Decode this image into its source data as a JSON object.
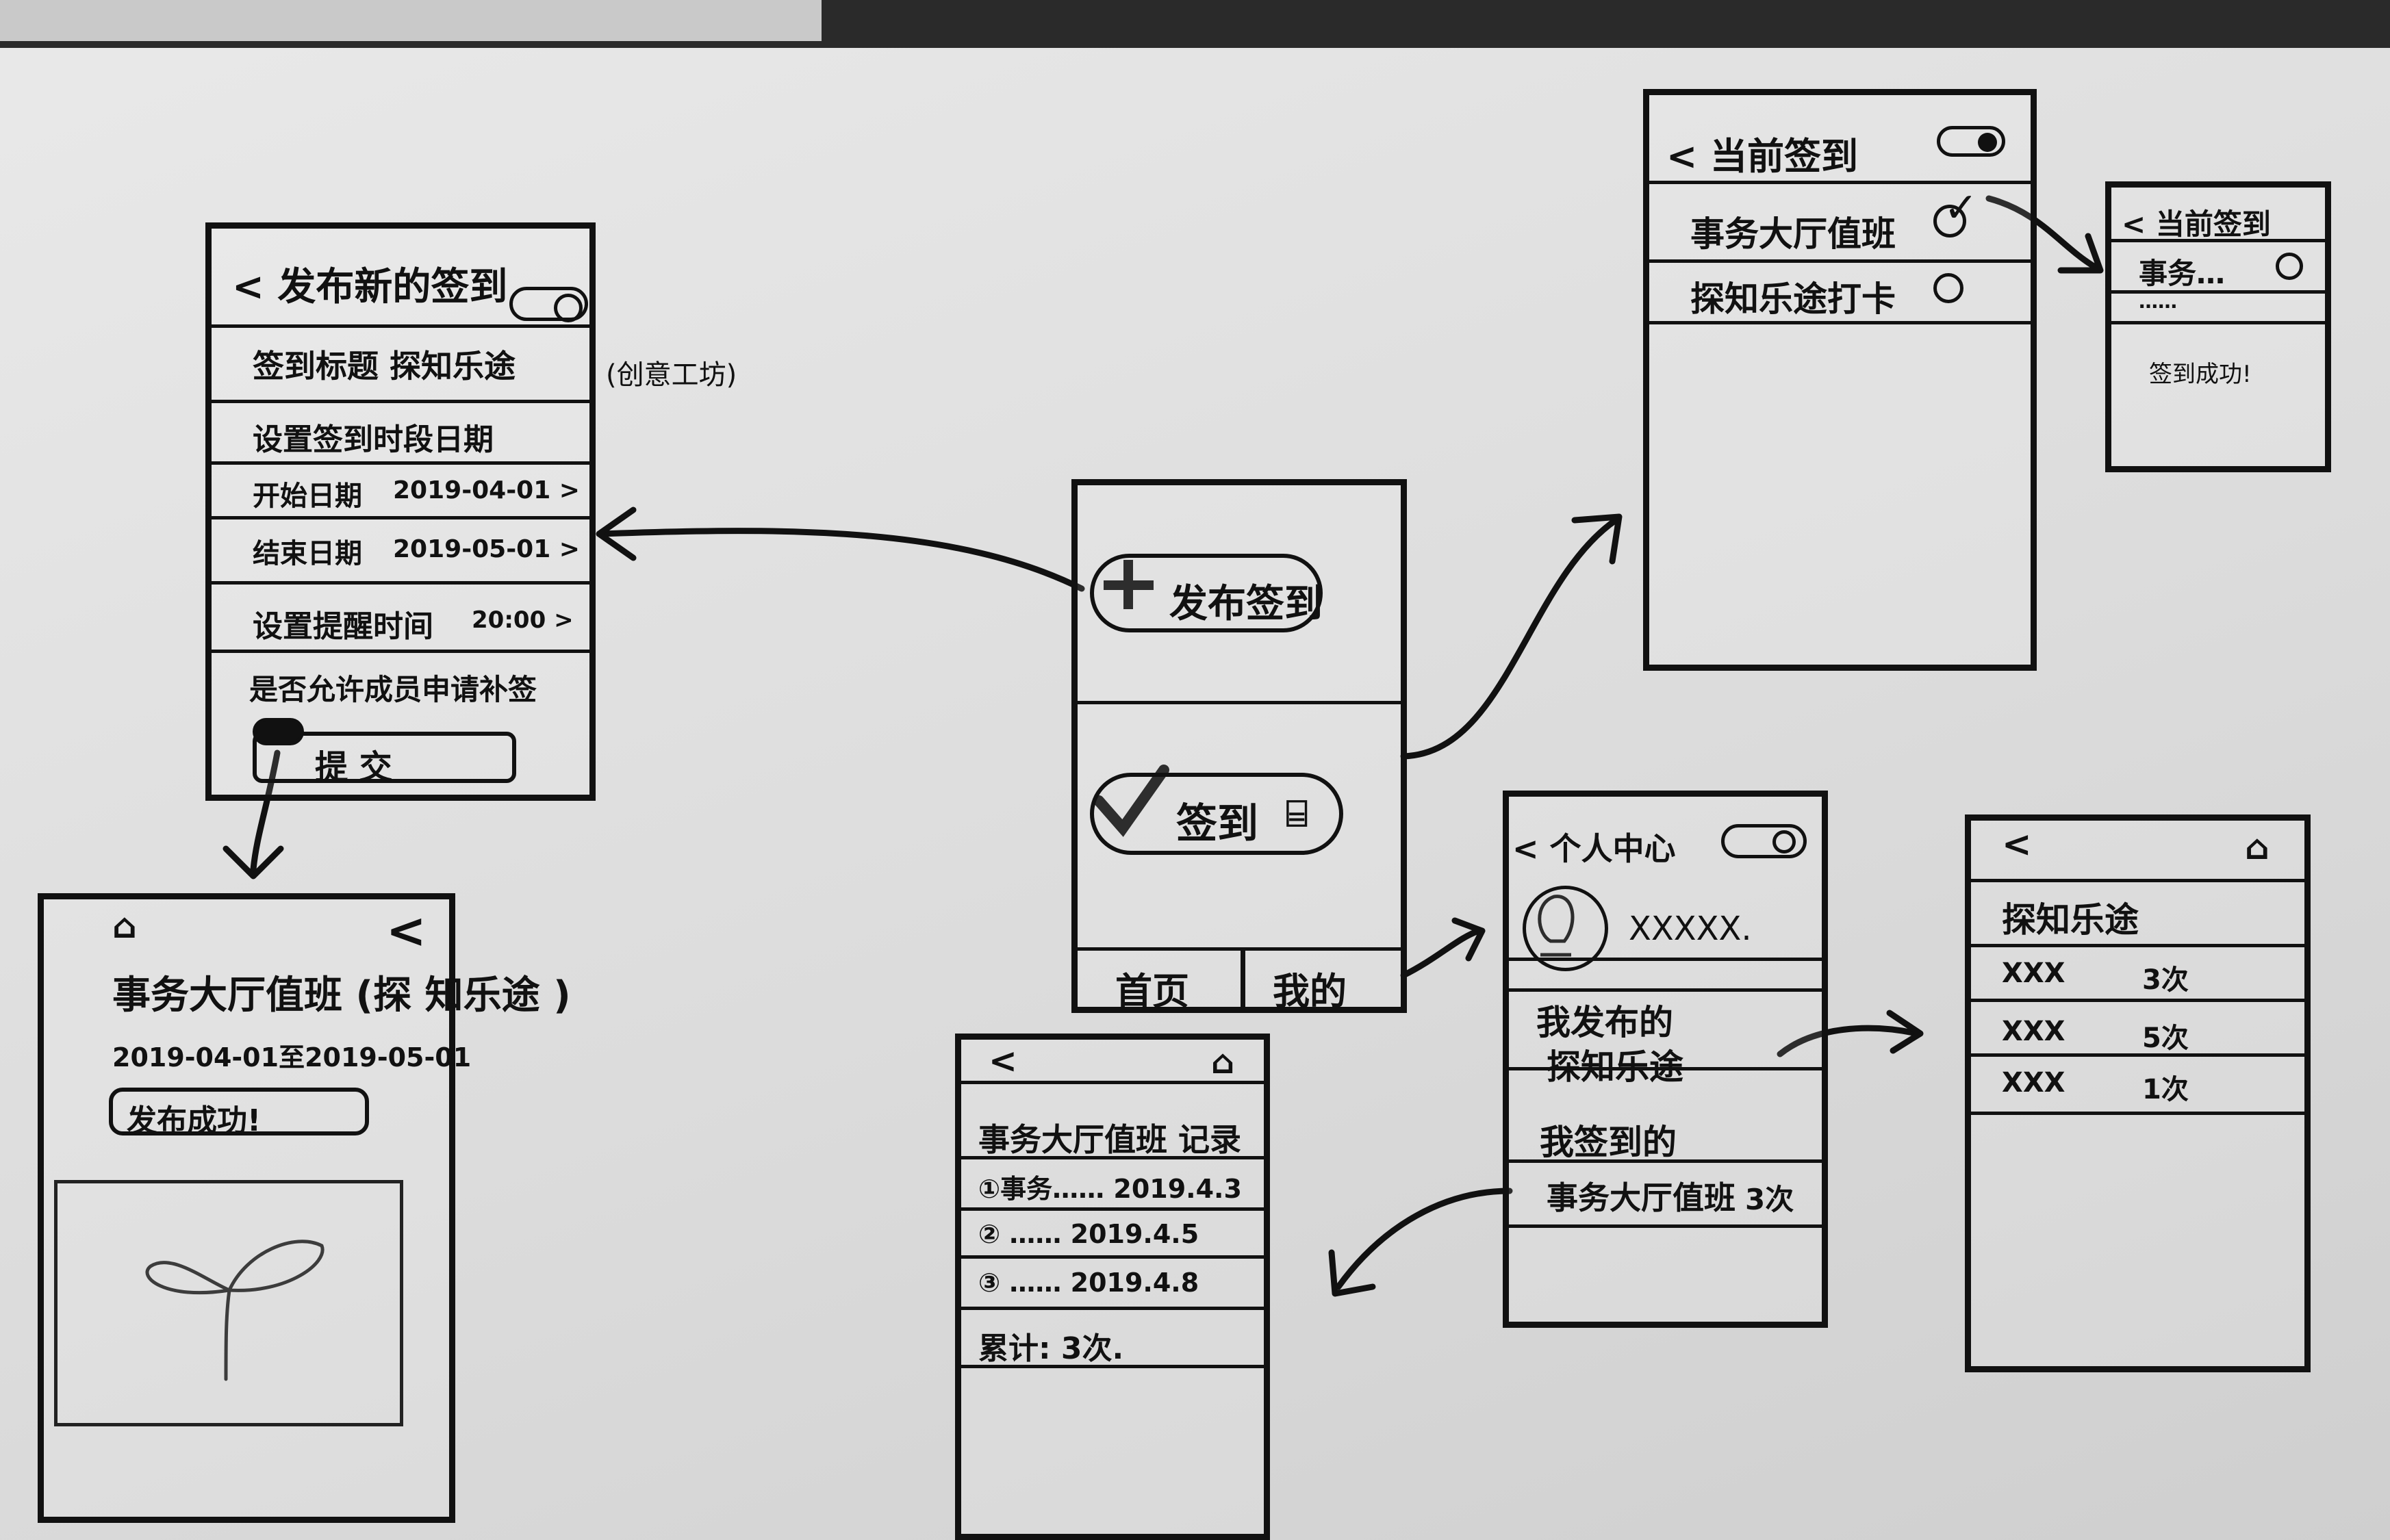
{
  "publish_form": {
    "header_title": "< 发布新的签到",
    "title_field": "签到标题 探知乐途",
    "title_note": "(创意工坊)",
    "set_period": "设置签到时段日期",
    "start_label": "开始日期",
    "start_value": "2019-04-01 >",
    "end_label": "结束日期",
    "end_value": "2019-05-01 >",
    "reminder_label": "设置提醒时间",
    "reminder_value": "20:00 >",
    "allow_makeup": "是否允许成员申请补签",
    "submit": "提 交"
  },
  "publish_success": {
    "title": "事务大厅值班 (探 知乐途 )",
    "date_range": "2019-04-01至2019-05-01",
    "status": "发布成功!"
  },
  "home": {
    "publish_button": "发布签到",
    "checkin_button": "签到",
    "tab_home": "首页",
    "tab_mine": "我的"
  },
  "current_checkin": {
    "header_title": "< 当前签到",
    "item_1": "事务大厅值班",
    "item_2": "探知乐途打卡"
  },
  "checkin_success": {
    "header_title": "< 当前签到",
    "item_1": "事务…",
    "item_2": "……",
    "message": "签到成功!"
  },
  "profile": {
    "header_title": "< 个人中心",
    "username": "XXXXX.",
    "my_published_label": "我发布的",
    "my_published_item": "探知乐途",
    "my_checkins_label": "我签到的",
    "my_checkins_item": "事务大厅值班",
    "my_checkins_count": "3次"
  },
  "records": {
    "back": "<",
    "title": "事务大厅值班 记录",
    "row_1": "①事务…… 2019.4.3",
    "row_2": "② ……  2019.4.5",
    "row_3": "③ …… 2019.4.8",
    "total": "累计: 3次."
  },
  "members": {
    "back": "<",
    "title": "探知乐途",
    "rows": [
      {
        "name": "XXX",
        "count": "3次"
      },
      {
        "name": "XXX",
        "count": "5次"
      },
      {
        "name": "XXX",
        "count": "1次"
      }
    ]
  }
}
